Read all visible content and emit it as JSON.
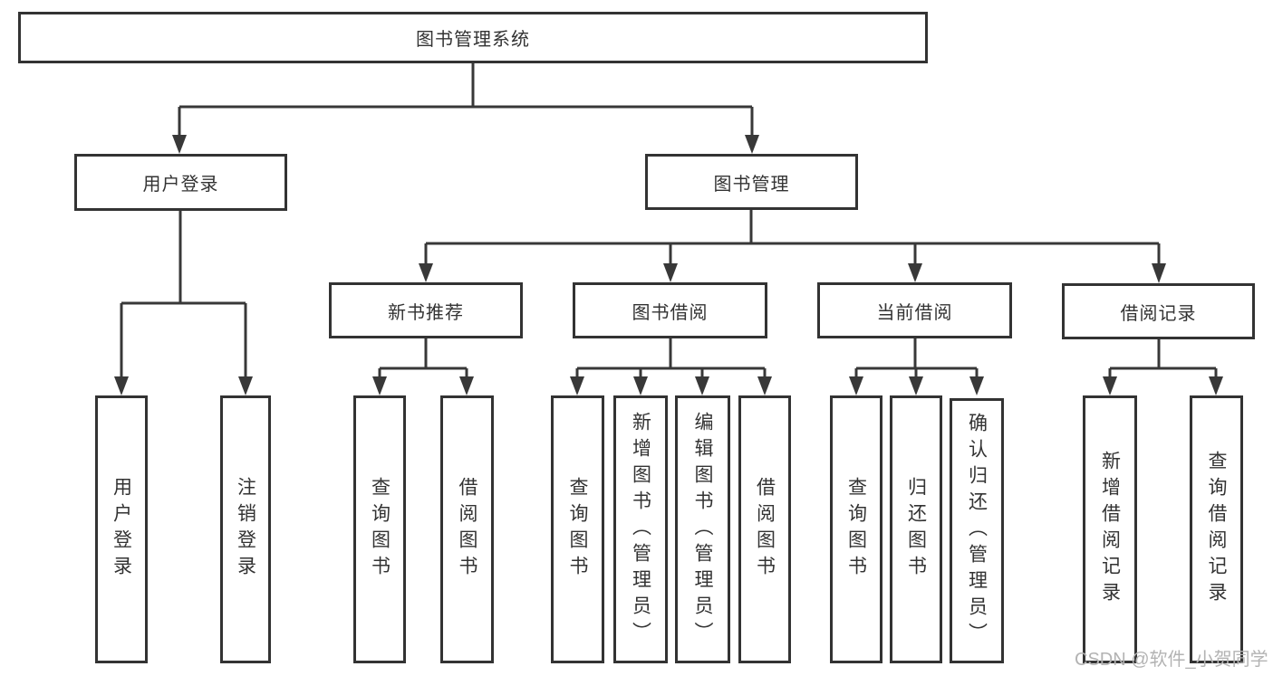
{
  "tree": {
    "root": {
      "label": "图书管理系统"
    },
    "branches": [
      {
        "label": "用户登录",
        "leaves": [
          {
            "label": "用户登录"
          },
          {
            "label": "注销登录"
          }
        ]
      },
      {
        "label": "图书管理",
        "groups": [
          {
            "label": "新书推荐",
            "leaves": [
              {
                "label": "查询图书"
              },
              {
                "label": "借阅图书"
              }
            ]
          },
          {
            "label": "图书借阅",
            "leaves": [
              {
                "label": "查询图书"
              },
              {
                "label": "新增图书（管理员）"
              },
              {
                "label": "编辑图书（管理员）"
              },
              {
                "label": "借阅图书"
              }
            ]
          },
          {
            "label": "当前借阅",
            "leaves": [
              {
                "label": "查询图书"
              },
              {
                "label": "归还图书"
              },
              {
                "label": "确认归还（管理员）"
              }
            ]
          },
          {
            "label": "借阅记录",
            "leaves": [
              {
                "label": "新增借阅记录"
              },
              {
                "label": "查询借阅记录"
              }
            ]
          }
        ]
      }
    ]
  },
  "watermark": {
    "text": "CSDN @软件_小贺同学"
  },
  "colors": {
    "line": "#383838",
    "box_border": "#333333",
    "box_fill": "#ffffff",
    "text": "#333333",
    "watermark": "#b3b3b3",
    "background": "#ffffff"
  }
}
